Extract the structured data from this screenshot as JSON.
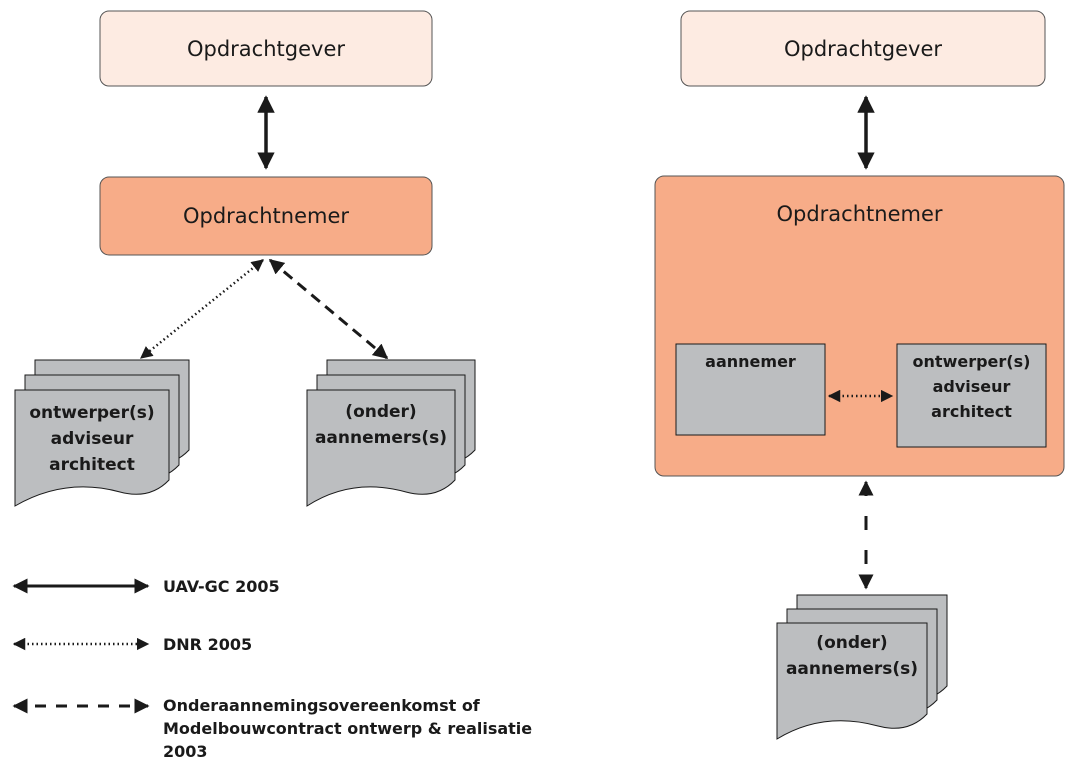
{
  "left": {
    "client": "Opdrachtgever",
    "contractor": "Opdrachtnemer",
    "designers": [
      "ontwerper(s)",
      "adviseur",
      "architect"
    ],
    "subcontractors": [
      "(onder)",
      "aannemers(s)"
    ]
  },
  "right": {
    "client": "Opdrachtgever",
    "contractor": "Opdrachtnemer",
    "inner_contractor": "aannemer",
    "inner_designers": [
      "ontwerper(s)",
      "adviseur",
      "architect"
    ],
    "subcontractors": [
      "(onder)",
      "aannemers(s)"
    ]
  },
  "legend": [
    {
      "style": "solid",
      "label": "UAV-GC 2005"
    },
    {
      "style": "dotted",
      "label": "DNR 2005"
    },
    {
      "style": "dashed",
      "label": "Onderaannemingsovereenkomst of Modelbouwcontract ontwerp & realisatie 2003"
    }
  ],
  "colors": {
    "client_fill": "#fdebe2",
    "contractor_fill": "#f7ac88",
    "document_fill": "#bcbec0",
    "stroke": "#1a1a1a"
  }
}
